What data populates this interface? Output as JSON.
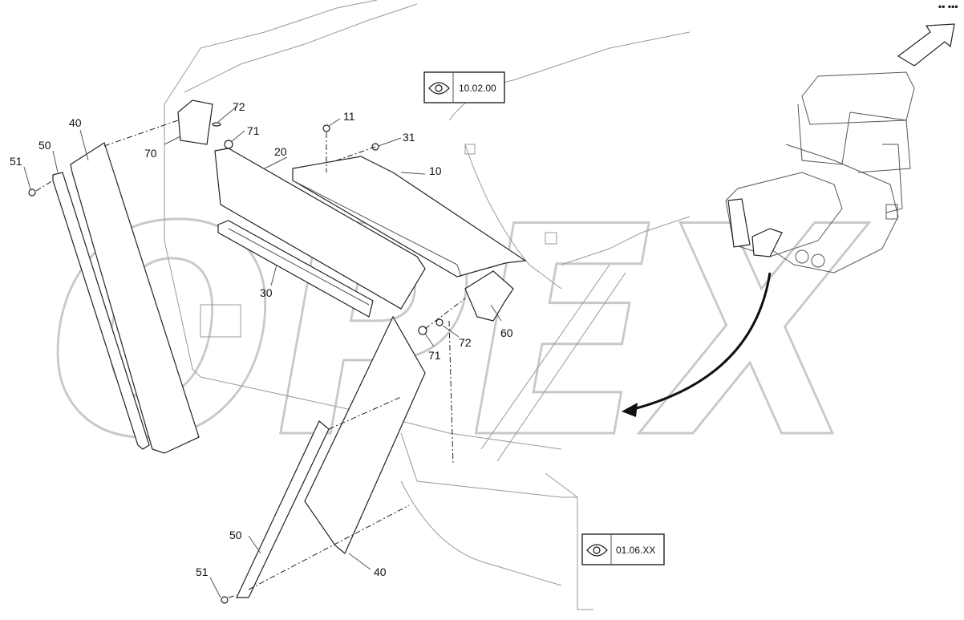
{
  "parts": [
    {
      "id": "p11",
      "text": "11"
    },
    {
      "id": "p31",
      "text": "31"
    },
    {
      "id": "p10",
      "text": "10"
    },
    {
      "id": "p20",
      "text": "20"
    },
    {
      "id": "p30",
      "text": "30"
    },
    {
      "id": "p40a",
      "text": "40"
    },
    {
      "id": "p40b",
      "text": "40"
    },
    {
      "id": "p50a",
      "text": "50"
    },
    {
      "id": "p50b",
      "text": "50"
    },
    {
      "id": "p51a",
      "text": "51"
    },
    {
      "id": "p51b",
      "text": "51"
    },
    {
      "id": "p60",
      "text": "60"
    },
    {
      "id": "p70",
      "text": "70"
    },
    {
      "id": "p71a",
      "text": "71"
    },
    {
      "id": "p71b",
      "text": "71"
    },
    {
      "id": "p72a",
      "text": "72"
    },
    {
      "id": "p72b",
      "text": "72"
    }
  ],
  "references": [
    {
      "id": "ref1",
      "text": "10.02.00"
    },
    {
      "id": "ref2",
      "text": "01.06.XX"
    }
  ],
  "watermark": "OPEX",
  "colors": {
    "line": "#222222",
    "background": "#ffffff",
    "watermark": "#c8c8c8"
  }
}
